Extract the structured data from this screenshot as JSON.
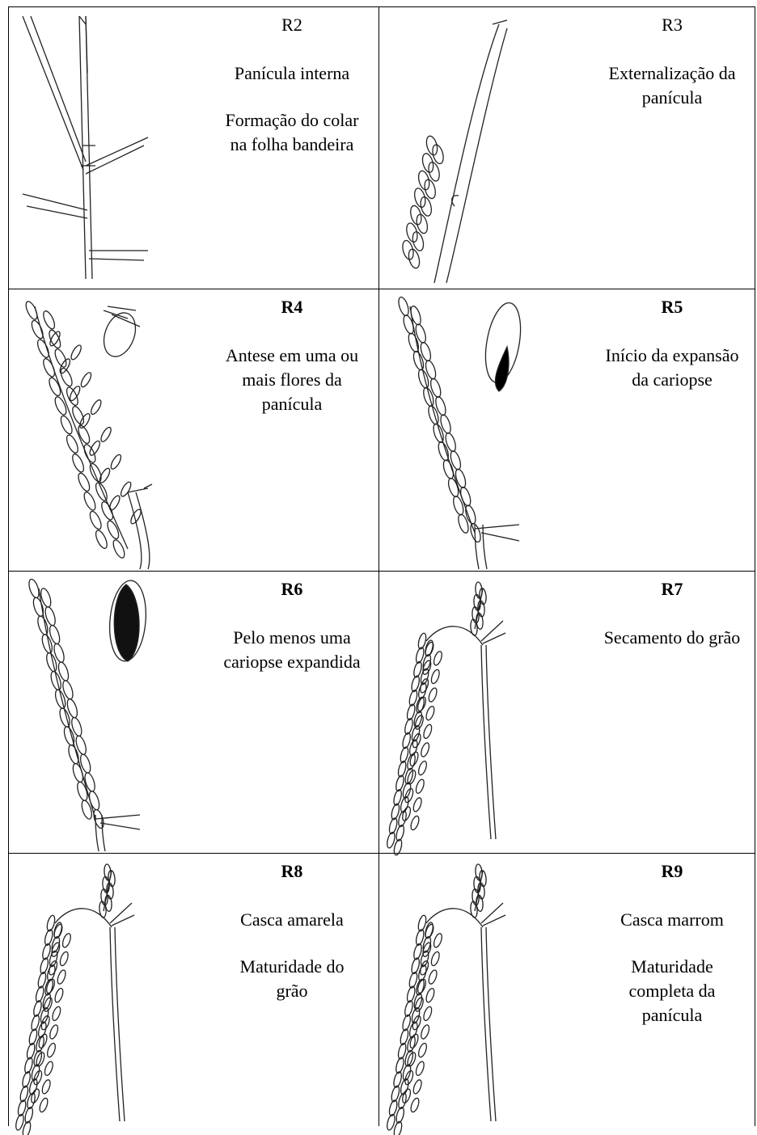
{
  "stages": [
    {
      "code": "R2",
      "bold": false,
      "lines": [
        "Panícula interna",
        "",
        "Formação do colar",
        "na folha bandeira"
      ]
    },
    {
      "code": "R3",
      "bold": false,
      "lines": [
        "Externalização da",
        "panícula"
      ]
    },
    {
      "code": "R4",
      "bold": true,
      "lines": [
        "Antese em uma ou",
        "mais flores da",
        "panícula"
      ]
    },
    {
      "code": "R5",
      "bold": true,
      "lines": [
        "Início da expansão",
        "da cariopse"
      ]
    },
    {
      "code": "R6",
      "bold": true,
      "lines": [
        "Pelo menos uma",
        "cariopse expandida"
      ]
    },
    {
      "code": "R7",
      "bold": true,
      "lines": [
        "Secamento do grão"
      ]
    },
    {
      "code": "R8",
      "bold": true,
      "lines": [
        "Casca amarela",
        "",
        "Maturidade do",
        "grão"
      ]
    },
    {
      "code": "R9",
      "bold": true,
      "lines": [
        "Casca marrom",
        "",
        "Maturidade",
        "completa da",
        "panícula"
      ]
    }
  ],
  "illustrations": [
    "flag-leaf-collar-drawing",
    "panicle-emerging-drawing",
    "flowering-panicle-drawing",
    "caryopsis-start-drawing",
    "caryopsis-expanded-drawing",
    "drying-panicle-drawing",
    "mature-panicle-drawing",
    "fully-mature-panicle-drawing"
  ]
}
